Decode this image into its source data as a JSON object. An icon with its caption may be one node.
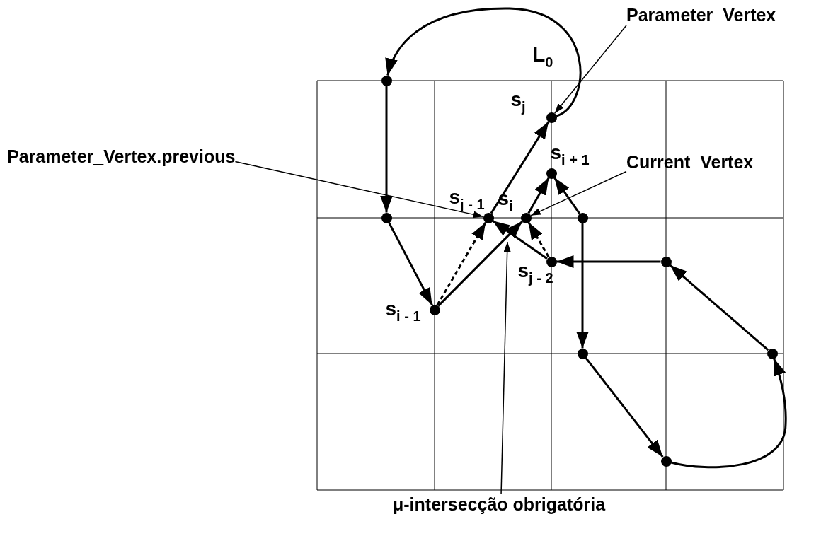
{
  "diagram": {
    "nodes": [
      {
        "text": [
          "Parameter_Vertex"
        ]
      },
      {
        "text": [],
        "shape": "circle"
      },
      {
        "text": [],
        "shape": "circle",
        "beside": [
          "s$_{j}$"
        ]
      },
      {
        "text": [
          "Parameter_Vertex.previous"
        ]
      },
      {
        "text": [],
        "shape": "circle",
        "beside": [
          "s$_{i + 1}$"
        ]
      },
      {
        "text": [
          "Current_Vertex"
        ]
      },
      {
        "text": [],
        "shape": "circle"
      },
      {
        "text": [],
        "shape": "circle",
        "beside": [
          "s$_{j - 1}$"
        ]
      },
      {
        "text": [],
        "shape": "circle",
        "beside": [
          "s$_{i}$"
        ]
      },
      {
        "text": [],
        "shape": "circle"
      },
      {
        "text": [],
        "shape": "circle",
        "beside": [
          "s$_{j - 2}$"
        ]
      },
      {
        "text": [],
        "shape": "circle"
      },
      {
        "text": [],
        "shape": "circle",
        "beside": [
          "s$_{i - 1}$"
        ]
      },
      {
        "text": [],
        "shape": "circle"
      },
      {
        "text": [],
        "shape": "circle"
      },
      {
        "text": [],
        "shape": "circle"
      },
      {
        "text": [
          "μ-intersecção obrigatória"
        ]
      }
    ],
    "edges": [
      {
        "from": 2,
        "to": 1,
        "arrow": "to"
      },
      {
        "from": 1,
        "to": 6,
        "arrow": "to"
      },
      {
        "from": 6,
        "to": 12,
        "arrow": "to"
      },
      {
        "from": 12,
        "to": 8,
        "arrow": "to"
      },
      {
        "from": 12,
        "to": 7,
        "arrow": "to",
        "style": "dashed"
      },
      {
        "from": 7,
        "to": 2,
        "arrow": "to"
      },
      {
        "from": 8,
        "to": 4,
        "arrow": "to"
      },
      {
        "from": 9,
        "to": 4,
        "arrow": "to"
      },
      {
        "from": 9,
        "to": 13,
        "arrow": "to"
      },
      {
        "from": 13,
        "to": 15,
        "arrow": "to"
      },
      {
        "from": 15,
        "to": 14,
        "arrow": "to"
      },
      {
        "from": 14,
        "to": 11,
        "arrow": "to"
      },
      {
        "from": 11,
        "to": 10,
        "arrow": "to"
      },
      {
        "from": 10,
        "to": 7,
        "arrow": "to"
      },
      {
        "from": 10,
        "to": 8,
        "arrow": "to",
        "style": "dashed"
      },
      {
        "from": 0,
        "to": 2,
        "arrow": "to"
      },
      {
        "from": 3,
        "to": 7,
        "arrow": "to"
      },
      {
        "from": 5,
        "to": 8,
        "arrow": "to"
      },
      {
        "from": 16,
        "to": null,
        "arrow": "to"
      }
    ],
    "labels": [
      "L$_{0}$"
    ]
  }
}
